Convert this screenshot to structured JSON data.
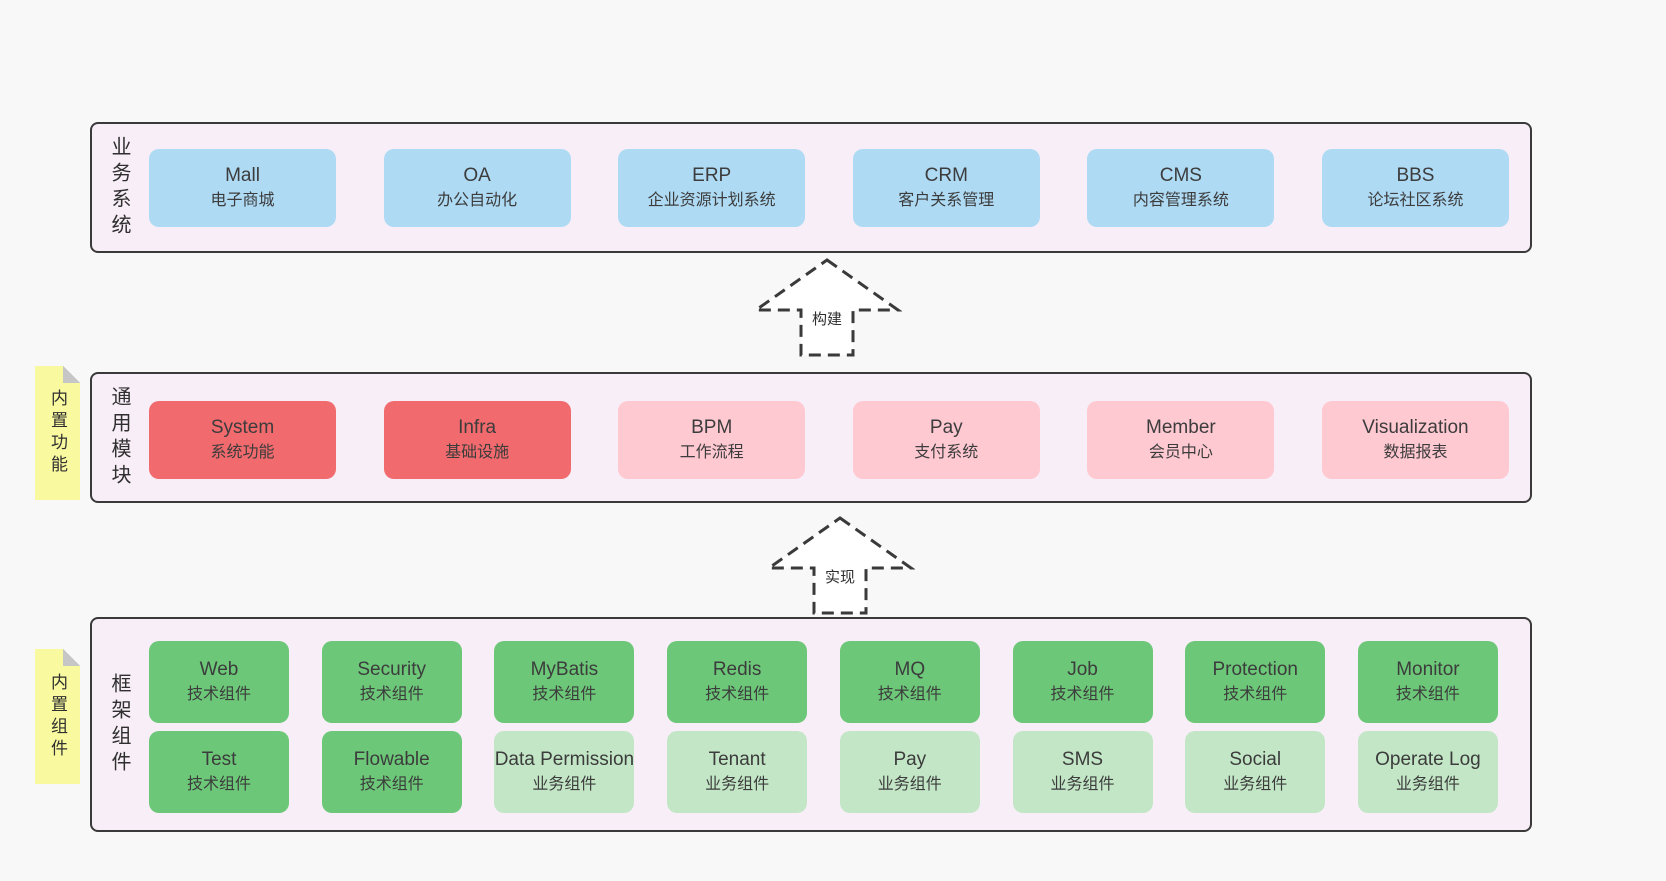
{
  "colors": {
    "page_bg": "#f8f8f8",
    "panel_bg": "#f8eef7",
    "panel_border": "#3a3a3a",
    "box_blue": "#aedaf4",
    "box_red": "#f16a6d",
    "box_pink": "#ffc9d2",
    "box_green": "#6cc878",
    "box_light_green": "#c3e7c6",
    "sticky_yellow": "#f9f9a0",
    "sticky_fold_gray": "#c6c6c6"
  },
  "sections": {
    "business": {
      "label": "业务系统",
      "boxes": [
        {
          "name": "Mall",
          "subtitle": "电子商城",
          "variant": "blue"
        },
        {
          "name": "OA",
          "subtitle": "办公自动化",
          "variant": "blue"
        },
        {
          "name": "ERP",
          "subtitle": "企业资源计划系统",
          "variant": "blue"
        },
        {
          "name": "CRM",
          "subtitle": "客户关系管理",
          "variant": "blue"
        },
        {
          "name": "CMS",
          "subtitle": "内容管理系统",
          "variant": "blue"
        },
        {
          "name": "BBS",
          "subtitle": "论坛社区系统",
          "variant": "blue"
        }
      ]
    },
    "modules": {
      "label": "通用模块",
      "sticky": "内置功能",
      "boxes": [
        {
          "name": "System",
          "subtitle": "系统功能",
          "variant": "red"
        },
        {
          "name": "Infra",
          "subtitle": "基础设施",
          "variant": "red"
        },
        {
          "name": "BPM",
          "subtitle": "工作流程",
          "variant": "pink"
        },
        {
          "name": "Pay",
          "subtitle": "支付系统",
          "variant": "pink"
        },
        {
          "name": "Member",
          "subtitle": "会员中心",
          "variant": "pink"
        },
        {
          "name": "Visualization",
          "subtitle": "数据报表",
          "variant": "pink"
        }
      ]
    },
    "components": {
      "label": "框架组件",
      "sticky": "内置组件",
      "row1": [
        {
          "name": "Web",
          "subtitle": "技术组件",
          "variant": "green"
        },
        {
          "name": "Security",
          "subtitle": "技术组件",
          "variant": "green"
        },
        {
          "name": "MyBatis",
          "subtitle": "技术组件",
          "variant": "green"
        },
        {
          "name": "Redis",
          "subtitle": "技术组件",
          "variant": "green"
        },
        {
          "name": "MQ",
          "subtitle": "技术组件",
          "variant": "green"
        },
        {
          "name": "Job",
          "subtitle": "技术组件",
          "variant": "green"
        },
        {
          "name": "Protection",
          "subtitle": "技术组件",
          "variant": "green"
        },
        {
          "name": "Monitor",
          "subtitle": "技术组件",
          "variant": "green"
        }
      ],
      "row2": [
        {
          "name": "Test",
          "subtitle": "技术组件",
          "variant": "green"
        },
        {
          "name": "Flowable",
          "subtitle": "技术组件",
          "variant": "green"
        },
        {
          "name": "Data Permission",
          "subtitle": "业务组件",
          "variant": "lightgreen"
        },
        {
          "name": "Tenant",
          "subtitle": "业务组件",
          "variant": "lightgreen"
        },
        {
          "name": "Pay",
          "subtitle": "业务组件",
          "variant": "lightgreen"
        },
        {
          "name": "SMS",
          "subtitle": "业务组件",
          "variant": "lightgreen"
        },
        {
          "name": "Social",
          "subtitle": "业务组件",
          "variant": "lightgreen"
        },
        {
          "name": "Operate Log",
          "subtitle": "业务组件",
          "variant": "lightgreen"
        }
      ]
    }
  },
  "arrows": {
    "build": {
      "label": "构建"
    },
    "implement": {
      "label": "实现"
    }
  }
}
